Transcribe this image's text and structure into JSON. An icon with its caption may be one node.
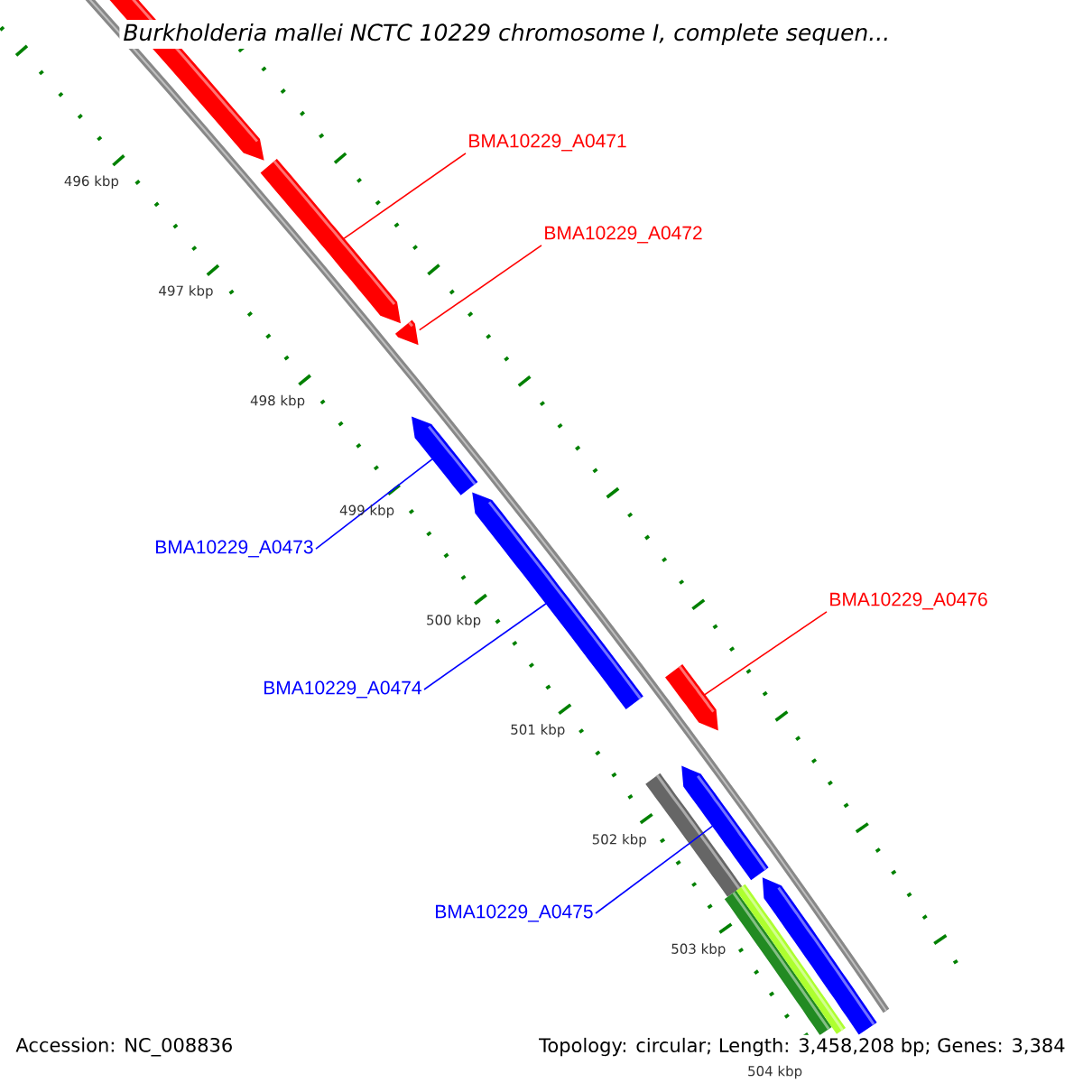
{
  "diagram": {
    "title": "Burkholderia mallei NCTC 10229 chromosome I, complete sequen...",
    "nodes": [
      {
        "text": [],
        "shape": "bar"
      },
      {
        "text": [],
        "shape": "bar"
      },
      {
        "text": [],
        "shape": "bar"
      },
      {
        "text": [],
        "shape": "bar"
      },
      {
        "text": [],
        "shape": "bar"
      },
      {
        "text": [],
        "shape": "bar"
      },
      {
        "text": [],
        "shape": "bar"
      },
      {
        "text": [],
        "shape": "bar"
      },
      {
        "text": [],
        "shape": "bar"
      },
      {
        "text": [],
        "shape": "bar"
      },
      {
        "text": [],
        "shape": "bar"
      },
      {
        "text": [
          "BMA10229_A0471"
        ]
      },
      {
        "text": [
          "BMA10229_A0472"
        ]
      },
      {
        "text": [
          "BMA10229_A0473"
        ]
      },
      {
        "text": [
          "BMA10229_A0474"
        ]
      },
      {
        "text": [
          "BMA10229_A0475"
        ]
      },
      {
        "text": [
          "BMA10229_A0476"
        ]
      }
    ],
    "edges": [
      {
        "from": 11,
        "to": 1,
        "arrow": "none"
      },
      {
        "from": 12,
        "to": 2,
        "arrow": "none"
      },
      {
        "from": 13,
        "to": 3,
        "arrow": "none",
        "color": "#0000ff"
      },
      {
        "from": 14,
        "to": 4,
        "arrow": "none",
        "color": "#0000ff"
      },
      {
        "from": 15,
        "to": 7,
        "arrow": "none",
        "color": "#0000ff"
      },
      {
        "from": 16,
        "to": 5,
        "arrow": "none"
      }
    ],
    "labels": [
      "496 kbp",
      "497 kbp",
      "498 kbp",
      "499 kbp",
      "500 kbp",
      "501 kbp",
      "502 kbp",
      "503 kbp",
      "504 kbp",
      "Accession: NC_008836",
      "Topology: circular; Length: 3,458,208 bp; Genes: 3,384"
    ]
  }
}
